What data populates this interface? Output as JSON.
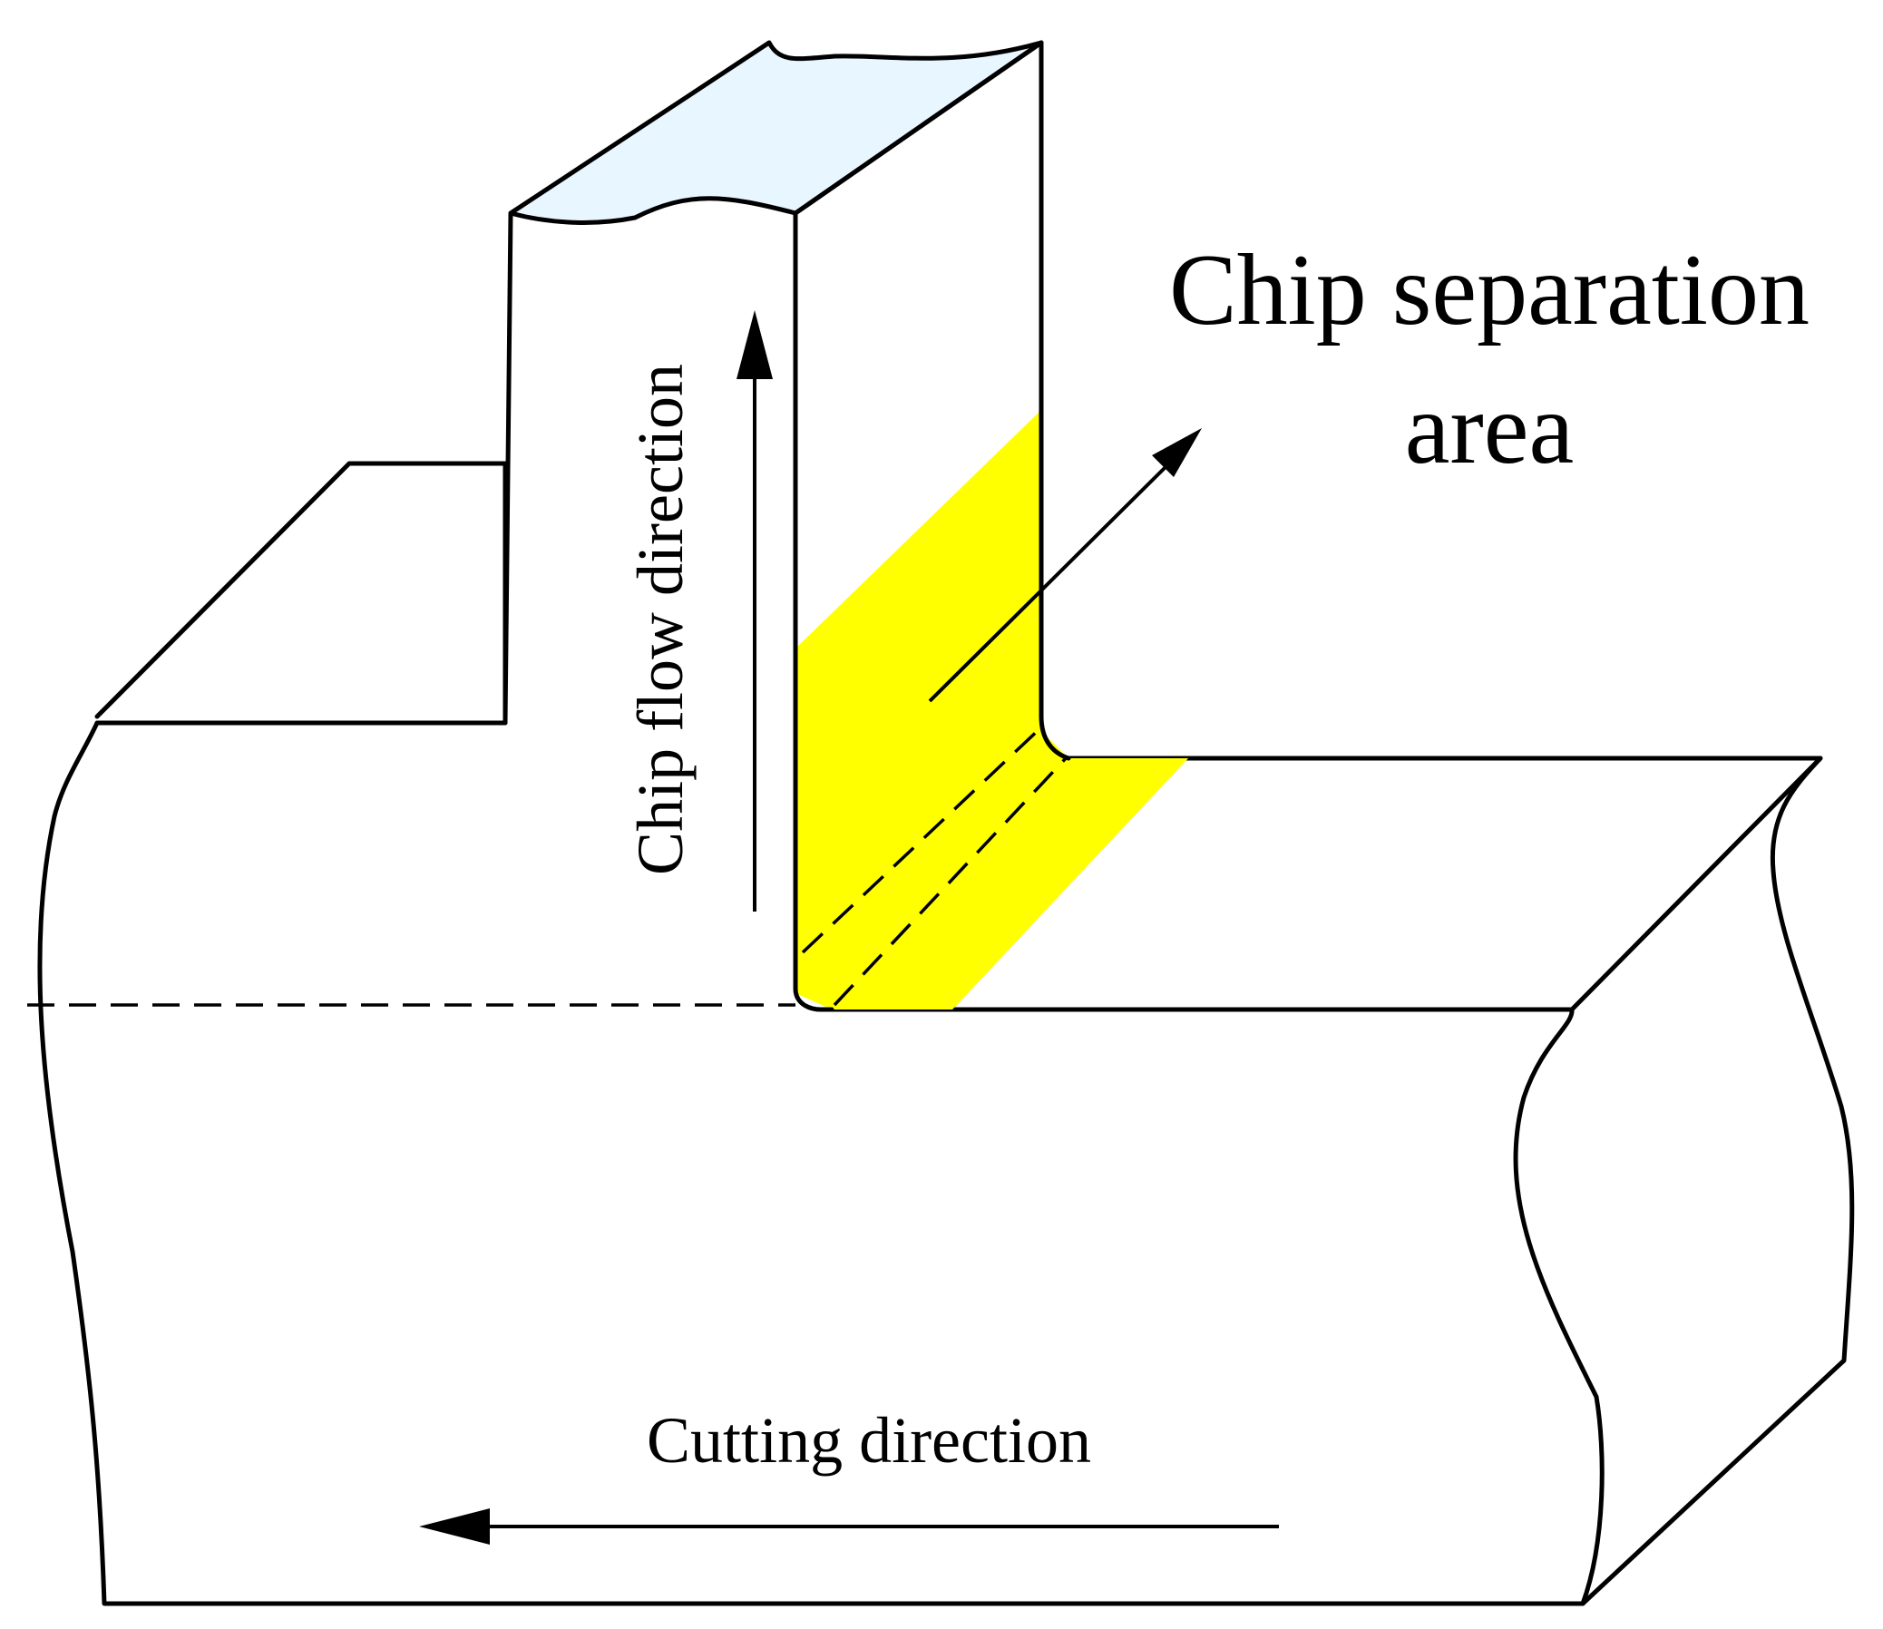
{
  "labels": {
    "chip_separation_line1": "Chip separation",
    "chip_separation_line2": "area",
    "chip_flow": "Chip flow direction",
    "cutting": "Cutting direction"
  },
  "colors": {
    "separation_area": "#ffff00",
    "tool_top_face": "#e8f6ff",
    "stroke": "#000000",
    "background": "#ffffff"
  }
}
